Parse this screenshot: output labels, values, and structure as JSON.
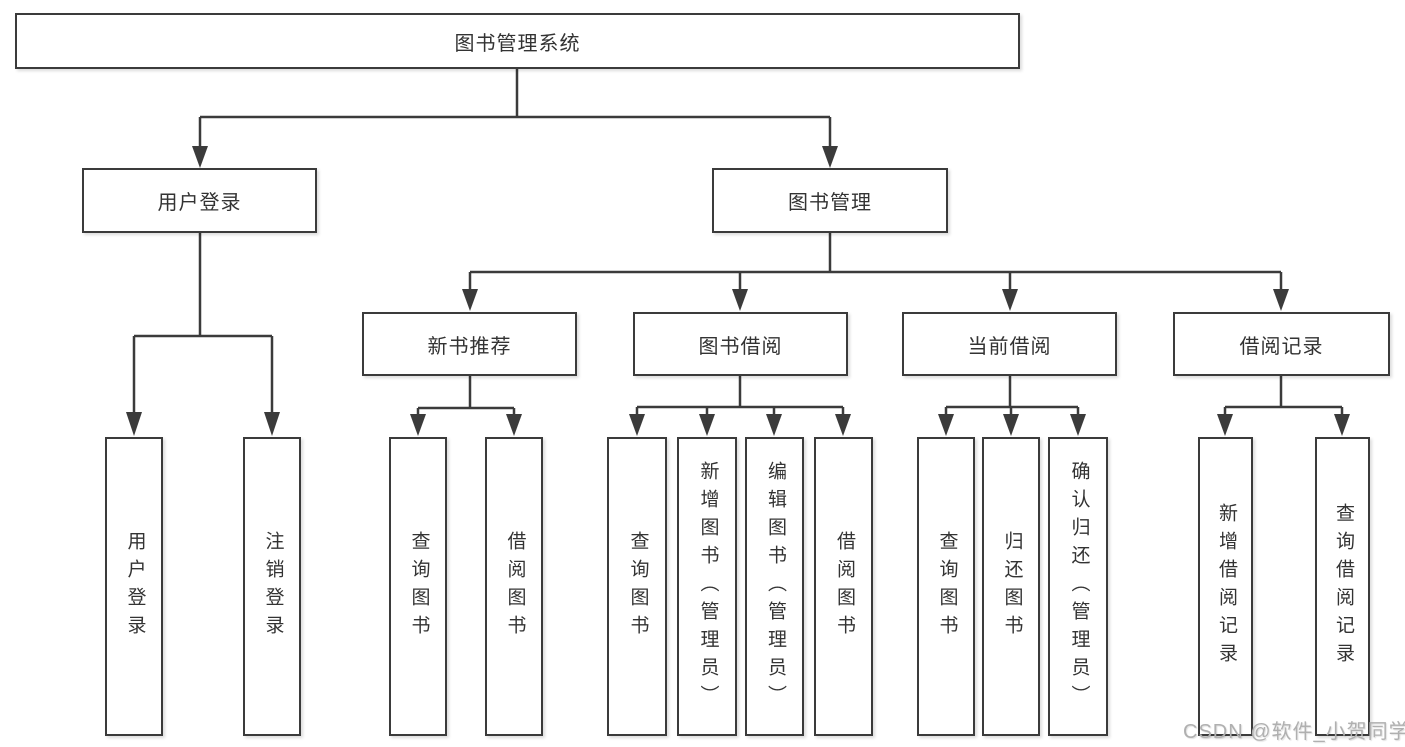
{
  "diagram_type": "hierarchy-tree",
  "colors": {
    "line": "#3b3b3b",
    "fill": "#ffffff",
    "text": "#333333",
    "watermark": "#b0b0b0"
  },
  "watermark": {
    "text": "CSDN @软件_小贺同学"
  },
  "tree": {
    "label": "图书管理系统",
    "children": [
      {
        "label": "用户登录",
        "children": [
          {
            "label": "用户登录"
          },
          {
            "label": "注销登录"
          }
        ]
      },
      {
        "label": "图书管理",
        "children": [
          {
            "label": "新书推荐",
            "children": [
              {
                "label": "查询图书"
              },
              {
                "label": "借阅图书"
              }
            ]
          },
          {
            "label": "图书借阅",
            "children": [
              {
                "label": "查询图书"
              },
              {
                "label": "新增图书（管理员）"
              },
              {
                "label": "编辑图书（管理员）"
              },
              {
                "label": "借阅图书"
              }
            ]
          },
          {
            "label": "当前借阅",
            "children": [
              {
                "label": "查询图书"
              },
              {
                "label": "归还图书"
              },
              {
                "label": "确认归还（管理员）"
              }
            ]
          },
          {
            "label": "借阅记录",
            "children": [
              {
                "label": "新增借阅记录"
              },
              {
                "label": "查询借阅记录"
              }
            ]
          }
        ]
      }
    ]
  }
}
